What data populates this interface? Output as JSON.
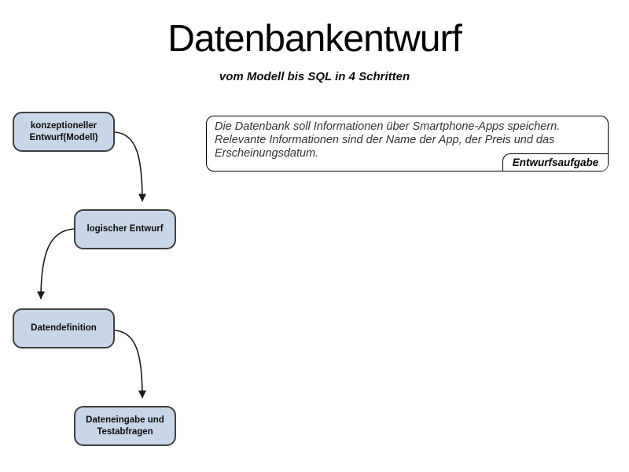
{
  "slide": {
    "title": "Datenbankentwurf",
    "subtitle": "vom Modell bis SQL in 4 Schritten"
  },
  "flowchart": {
    "steps": [
      {
        "label": "konzeptioneller Entwurf(Modell)"
      },
      {
        "label": "logischer Entwurf"
      },
      {
        "label": "Datendefinition"
      },
      {
        "label": "Dateneingabe und Testabfragen"
      }
    ],
    "box_fill_color": "#c9d6e8",
    "box_border_color": "#404040",
    "arrow_color": "#1a1a1a"
  },
  "task_note": {
    "text": "Die Datenbank soll Informationen über Smartphone-Apps speichern.\nRelevante Informationen sind der Name der App, der Preis und das\nErscheinungsdatum.",
    "tag": "Entwurfsaufgabe"
  }
}
